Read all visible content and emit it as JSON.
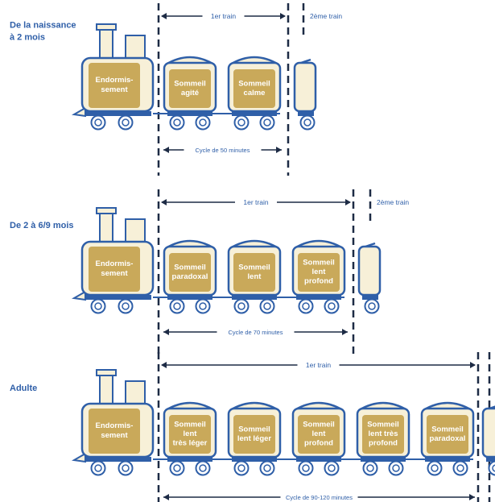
{
  "colors": {
    "blue": "#2f5fa8",
    "body_fill": "#f7f0d8",
    "wheel_fill": "#ffffff",
    "line": "#1d2b45"
  },
  "rows": [
    {
      "title": "De la naissance\nà 2 mois",
      "first_train": "1er train",
      "second_train": "2ème train",
      "cycle": "Cycle de 50 minutes",
      "engine": "Endormis-\nsement",
      "cars": [
        "Sommeil\nagité",
        "Sommeil\ncalme"
      ]
    },
    {
      "title": "De 2 à 6/9 mois",
      "first_train": "1er train",
      "second_train": "2ème train",
      "cycle": "Cycle de 70 minutes",
      "engine": "Endormis-\nsement",
      "cars": [
        "Sommeil\nparadoxal",
        "Sommeil\nlent",
        "Sommeil\nlent\nprofond"
      ]
    },
    {
      "title": "Adulte",
      "first_train": "1er train",
      "second_train": "",
      "cycle": "Cycle de 90-120 minutes",
      "engine": "Endormis-\nsement",
      "cars": [
        "Sommeil\nlent\ntrès léger",
        "Sommeil\nlent léger",
        "Sommeil\nlent\nprofond",
        "Sommeil\nlent très\nprofond",
        "Sommeil\nparadoxal"
      ]
    }
  ]
}
